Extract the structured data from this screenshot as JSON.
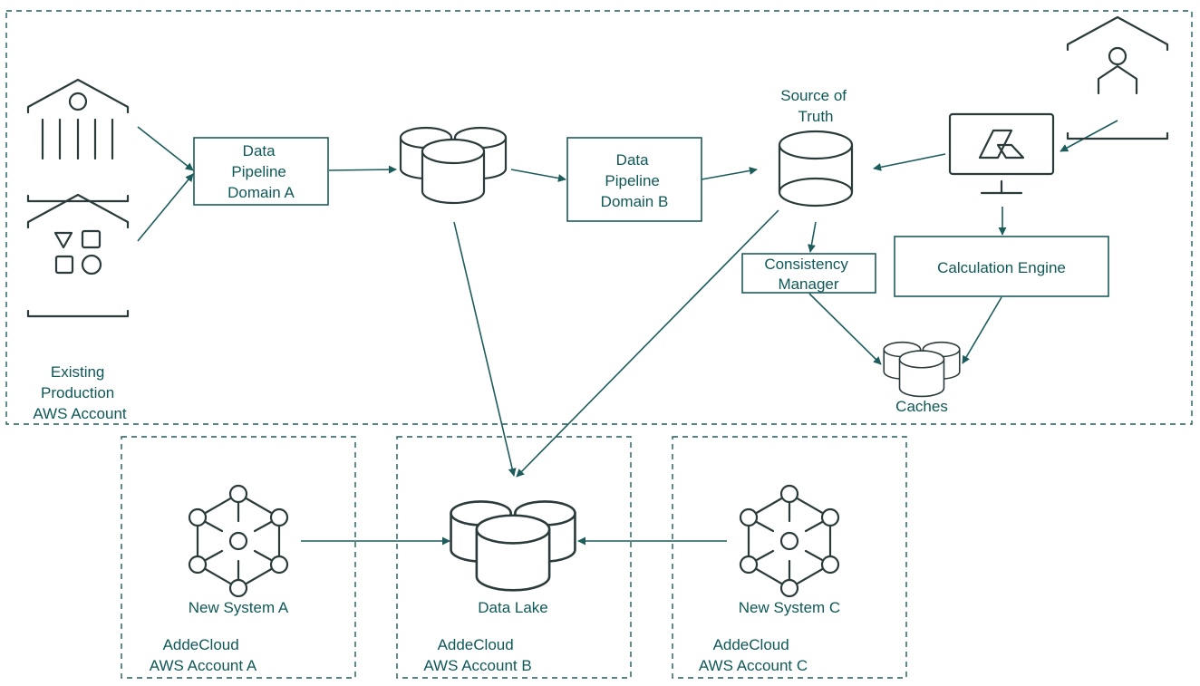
{
  "colors": {
    "accent": "#1d5c5c",
    "text": "#0f5858",
    "icon_stroke": "#2b3a3a",
    "background": "#ffffff"
  },
  "zones": {
    "production": {
      "label": [
        "Existing",
        "Production",
        "AWS Account"
      ]
    },
    "account_a": {
      "label": [
        "AddeCloud",
        "AWS Account A"
      ]
    },
    "account_b": {
      "label": [
        "AddeCloud",
        "AWS Account B"
      ]
    },
    "account_c": {
      "label": [
        "AddeCloud",
        "AWS Account C"
      ]
    }
  },
  "nodes": {
    "source_bank": {
      "icon": "bank-building-icon"
    },
    "source_shapes": {
      "icon": "shapes-building-icon"
    },
    "source_person": {
      "icon": "person-building-icon"
    },
    "pipeline_a": {
      "label": [
        "Data",
        "Pipeline",
        "Domain A"
      ]
    },
    "intermediate_store": {
      "icon": "database-cluster-icon"
    },
    "pipeline_b": {
      "label": [
        "Data",
        "Pipeline",
        "Domain B"
      ]
    },
    "source_of_truth": {
      "label": [
        "Source of",
        "Truth"
      ],
      "icon": "database-icon"
    },
    "app_monitor": {
      "icon": "monitor-logo-icon"
    },
    "consistency_manager": {
      "label": [
        "Consistency",
        "Manager"
      ]
    },
    "calculation_engine": {
      "label": [
        "Calculation Engine"
      ]
    },
    "caches": {
      "label": [
        "Caches"
      ],
      "icon": "database-cluster-icon"
    },
    "data_lake": {
      "label": [
        "Data Lake"
      ],
      "icon": "database-cluster-icon"
    },
    "new_system_a": {
      "label": [
        "New System A"
      ],
      "icon": "hexagon-network-icon"
    },
    "new_system_c": {
      "label": [
        "New System C"
      ],
      "icon": "hexagon-network-icon"
    }
  },
  "edges": [
    {
      "from": "source_bank",
      "to": "pipeline_a"
    },
    {
      "from": "source_shapes",
      "to": "pipeline_a"
    },
    {
      "from": "pipeline_a",
      "to": "intermediate_store"
    },
    {
      "from": "intermediate_store",
      "to": "pipeline_b"
    },
    {
      "from": "pipeline_b",
      "to": "source_of_truth"
    },
    {
      "from": "app_monitor",
      "to": "source_of_truth"
    },
    {
      "from": "source_person",
      "to": "app_monitor"
    },
    {
      "from": "app_monitor",
      "to": "calculation_engine"
    },
    {
      "from": "source_of_truth",
      "to": "consistency_manager"
    },
    {
      "from": "consistency_manager",
      "to": "caches"
    },
    {
      "from": "calculation_engine",
      "to": "caches"
    },
    {
      "from": "intermediate_store",
      "to": "data_lake"
    },
    {
      "from": "source_of_truth",
      "to": "data_lake"
    },
    {
      "from": "new_system_a",
      "to": "data_lake"
    },
    {
      "from": "new_system_c",
      "to": "data_lake"
    }
  ]
}
